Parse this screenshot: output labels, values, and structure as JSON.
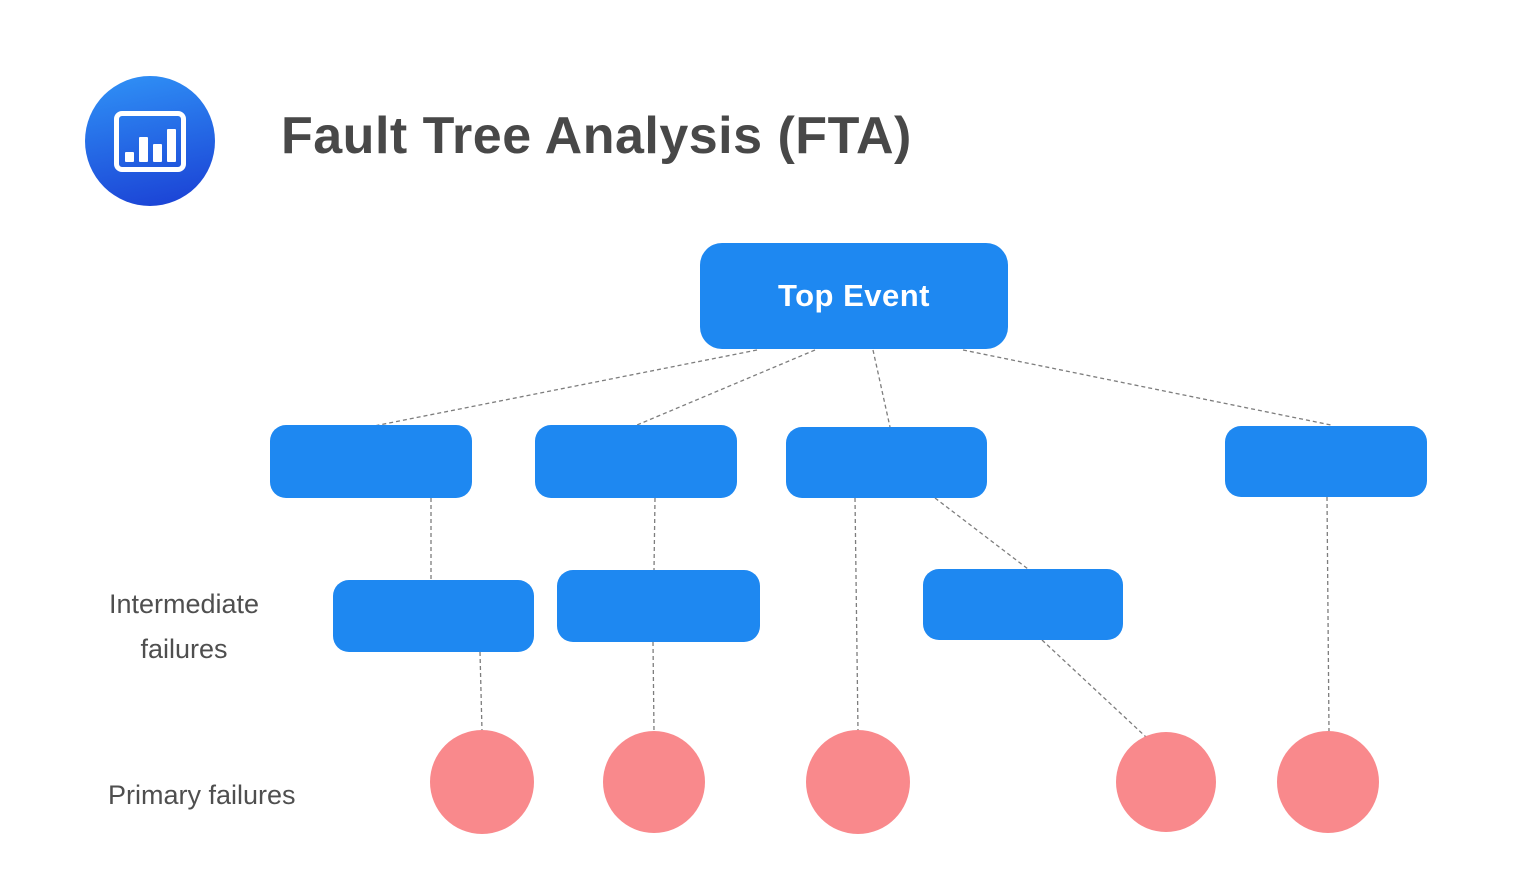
{
  "slide": {
    "title": "Fault Tree Analysis (FTA)"
  },
  "logo": {
    "icon": "bar-chart-icon",
    "gradient_top": "#2e8cf4",
    "gradient_bottom": "#1b42d5"
  },
  "diagram": {
    "top_event": {
      "label": "Top Event"
    },
    "labels": {
      "intermediate": "Intermediate failures",
      "primary": "Primary failures"
    },
    "structure": {
      "level2_box_count": 4,
      "intermediate_box_count": 3,
      "primary_circle_count": 5
    },
    "colors": {
      "event_box_blue": "#1e88f1",
      "primary_circle_pink": "#f9898c",
      "connector_gray": "#7d7d7d",
      "title_text": "#484848",
      "label_text": "#4f4f4f",
      "top_event_text": "#ffffff"
    }
  }
}
